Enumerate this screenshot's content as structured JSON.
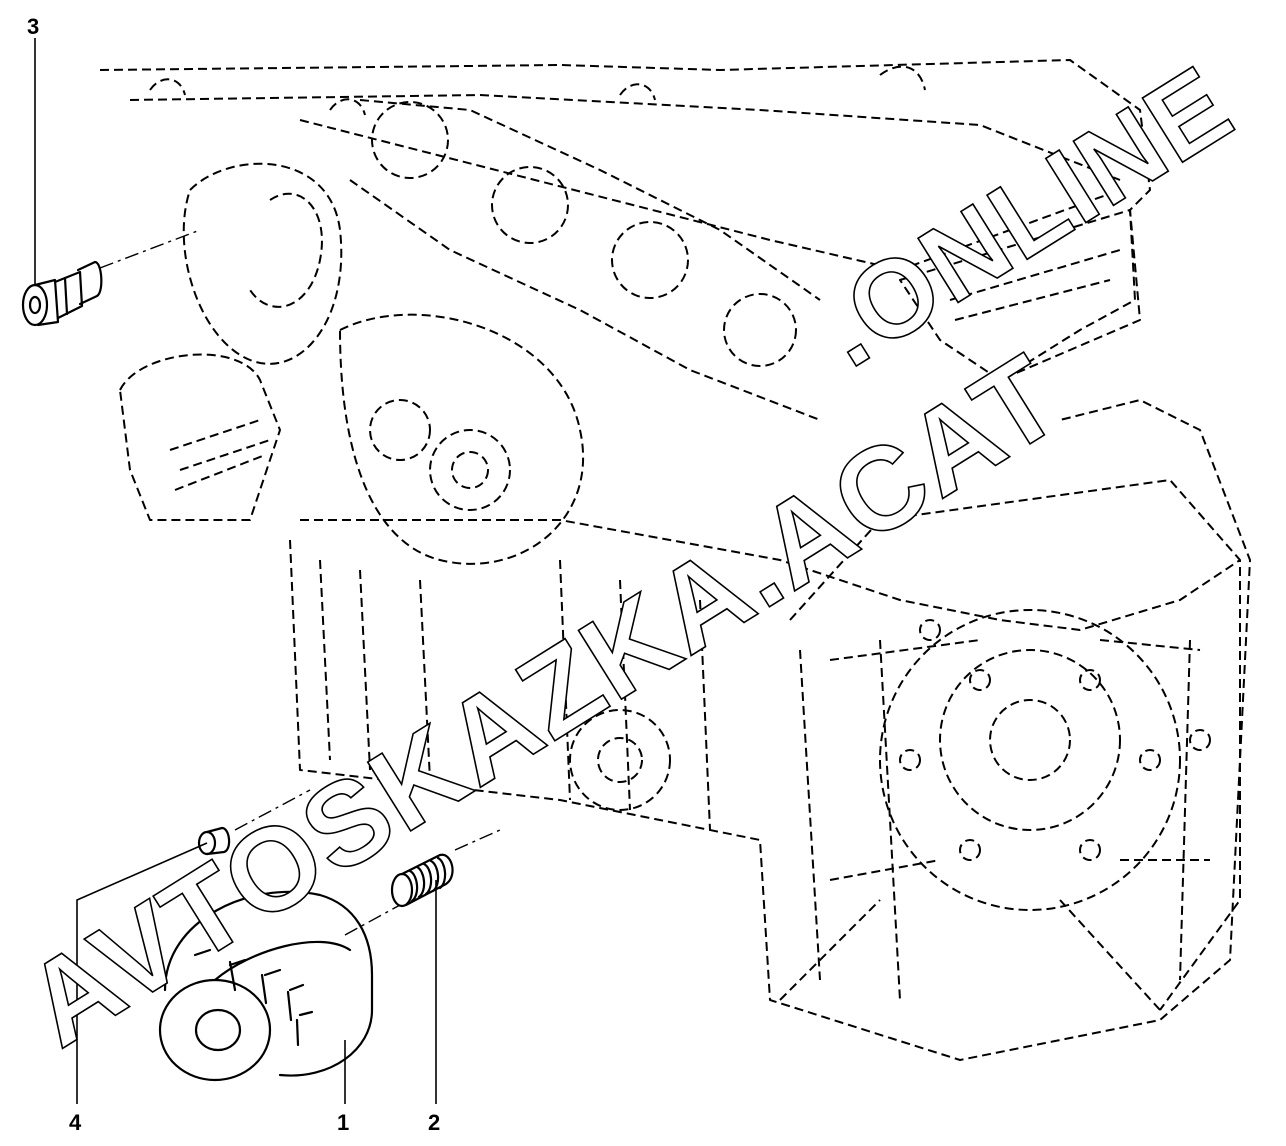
{
  "callouts": {
    "part_1": "1",
    "part_2": "2",
    "part_3": "3",
    "part_4": "4"
  },
  "watermark": {
    "text_main": "AVTOSKAZKA.ACAT",
    "text_tail": ".ONLINE"
  }
}
